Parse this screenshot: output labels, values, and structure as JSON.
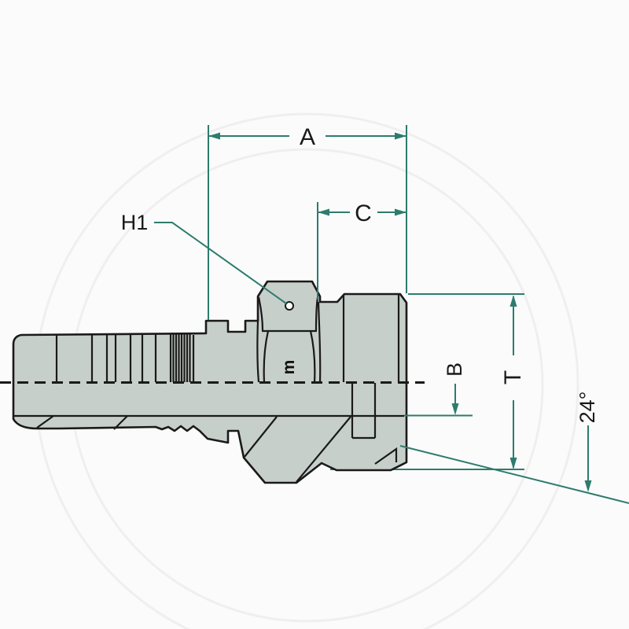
{
  "drawing": {
    "type": "technical-dimension-drawing",
    "subject": "hydraulic-hose-fitting-male-straight",
    "labels": {
      "dim_a": "A",
      "dim_c": "C",
      "h1": "H1",
      "dim_b": "B",
      "dim_t": "T",
      "angle": "24°",
      "stamp": "m"
    },
    "colors": {
      "background": "#fbfbfb",
      "part_fill": "#c7cfca",
      "part_outline": "#1a1a1a",
      "dimension_line": "#2d7c6d",
      "label_text": "#1a1a1a",
      "watermark": "#efefef"
    }
  }
}
